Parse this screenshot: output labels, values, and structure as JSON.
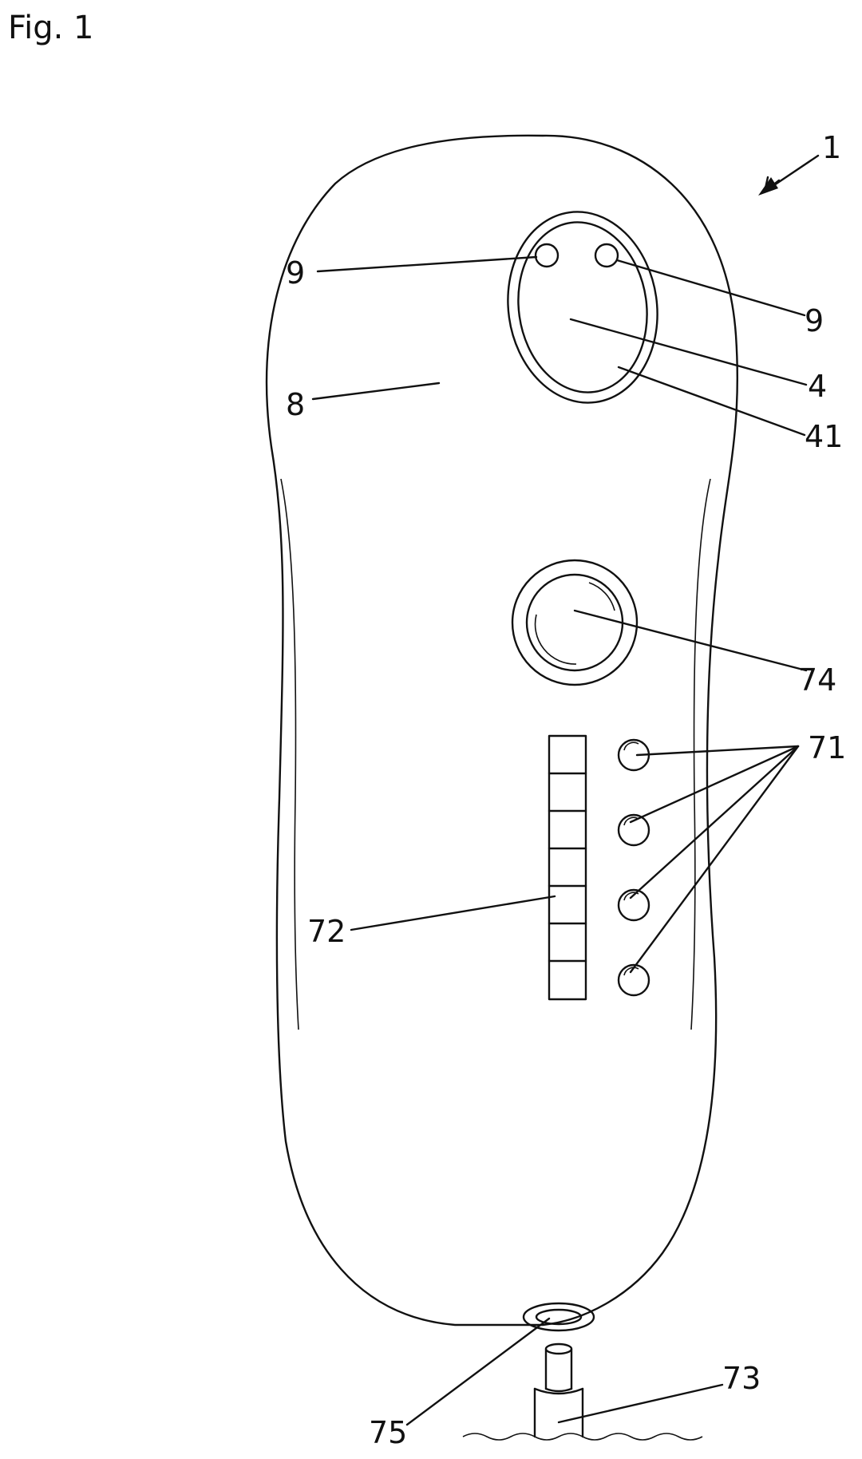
{
  "figure": {
    "title": "Fig. 1"
  },
  "reference_numerals": {
    "device": "1",
    "light_left": "9",
    "light_right": "9",
    "head_area": "4",
    "head_ring": "41",
    "housing": "8",
    "main_button": "74",
    "indicator_buttons": "71",
    "level_display": "72",
    "plug": "73",
    "socket": "75"
  }
}
